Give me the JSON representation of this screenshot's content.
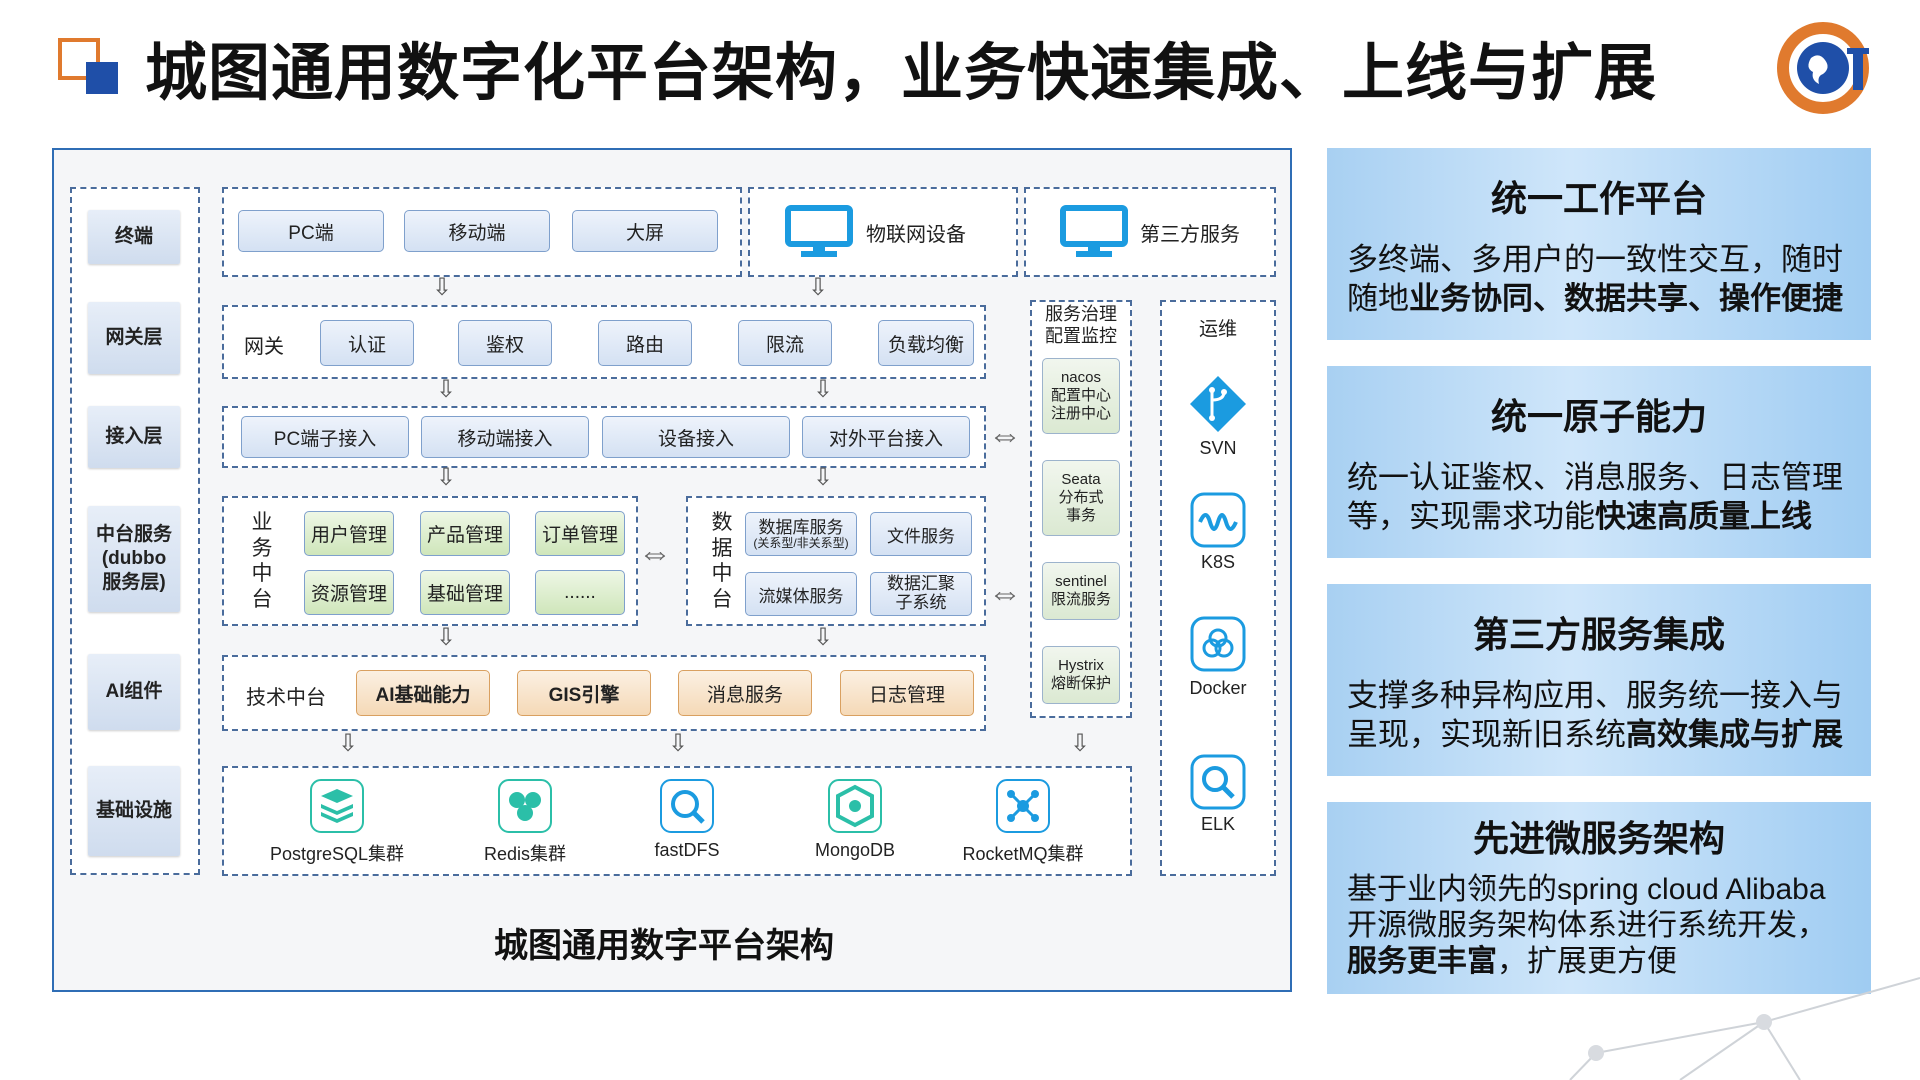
{
  "title": "城图通用数字化平台架构，业务快速集成、上线与扩展",
  "brand_colors": {
    "orange": "#e07a2e",
    "blue": "#1f4fa8",
    "panel_border": "#2f6db5"
  },
  "diagram": {
    "caption": "城图通用数字平台架构",
    "layers": [
      "终端",
      "网关层",
      "接入层",
      "中台服务\n(dubbo\n服务层)",
      "AI组件",
      "基础设施"
    ],
    "terminals": [
      "PC端",
      "移动端",
      "大屏"
    ],
    "iot": "物联网设备",
    "third_party": "第三方服务",
    "gateway": {
      "label": "网关",
      "items": [
        "认证",
        "鉴权",
        "路由",
        "限流",
        "负载均衡"
      ]
    },
    "access": [
      "PC端子接入",
      "移动端接入",
      "设备接入",
      "对外平台接入"
    ],
    "business": {
      "label": "业务中台",
      "items": [
        "用户管理",
        "产品管理",
        "订单管理",
        "资源管理",
        "基础管理",
        "......"
      ]
    },
    "data": {
      "label": "数据中台",
      "db_service": "数据库服务",
      "db_service_sub": "(关系型/非关系型)",
      "file_service": "文件服务",
      "stream_service": "流媒体服务",
      "aggregate": "数据汇聚\n子系统"
    },
    "tech": {
      "label": "技术中台",
      "items": [
        "AI基础能力",
        "GIS引擎",
        "消息服务",
        "日志管理"
      ]
    },
    "governance": {
      "title": "服务治理\n配置监控",
      "items": [
        "nacos\n配置中心\n注册中心",
        "Seata\n分布式\n事务",
        "sentinel\n限流服务",
        "Hystrix\n熔断保护"
      ]
    },
    "ops": {
      "title": "运维",
      "tools": [
        {
          "name": "SVN",
          "icon": "svn-icon"
        },
        {
          "name": "K8S",
          "icon": "k8s-icon"
        },
        {
          "name": "Docker",
          "icon": "docker-icon"
        },
        {
          "name": "ELK",
          "icon": "elk-icon"
        }
      ]
    },
    "infra": [
      {
        "name": "PostgreSQL集群",
        "icon": "database-stack-icon"
      },
      {
        "name": "Redis集群",
        "icon": "redis-icon"
      },
      {
        "name": "fastDFS",
        "icon": "file-search-icon"
      },
      {
        "name": "MongoDB",
        "icon": "mongodb-icon"
      },
      {
        "name": "RocketMQ集群",
        "icon": "message-queue-icon"
      }
    ]
  },
  "cards": [
    {
      "title": "统一工作平台",
      "text_plain": "多终端、多用户的一致性交互，随时随地",
      "text_bold": "业务协同、数据共享、操作便捷",
      "text_after": ""
    },
    {
      "title": "统一原子能力",
      "text_plain": "统一认证鉴权、消息服务、日志管理等，实现需求功能",
      "text_bold": "快速高质量上线",
      "text_after": ""
    },
    {
      "title": "第三方服务集成",
      "text_plain": "支撑多种异构应用、服务统一接入与呈现，实现新旧系统",
      "text_bold": "高效集成与扩展",
      "text_after": ""
    },
    {
      "title": "先进微服务架构",
      "text_plain": "基于业内领先的spring cloud Alibaba开源微服务架构体系进行系统开发，",
      "text_bold": "服务更丰富",
      "text_after": "，扩展更方便"
    }
  ]
}
